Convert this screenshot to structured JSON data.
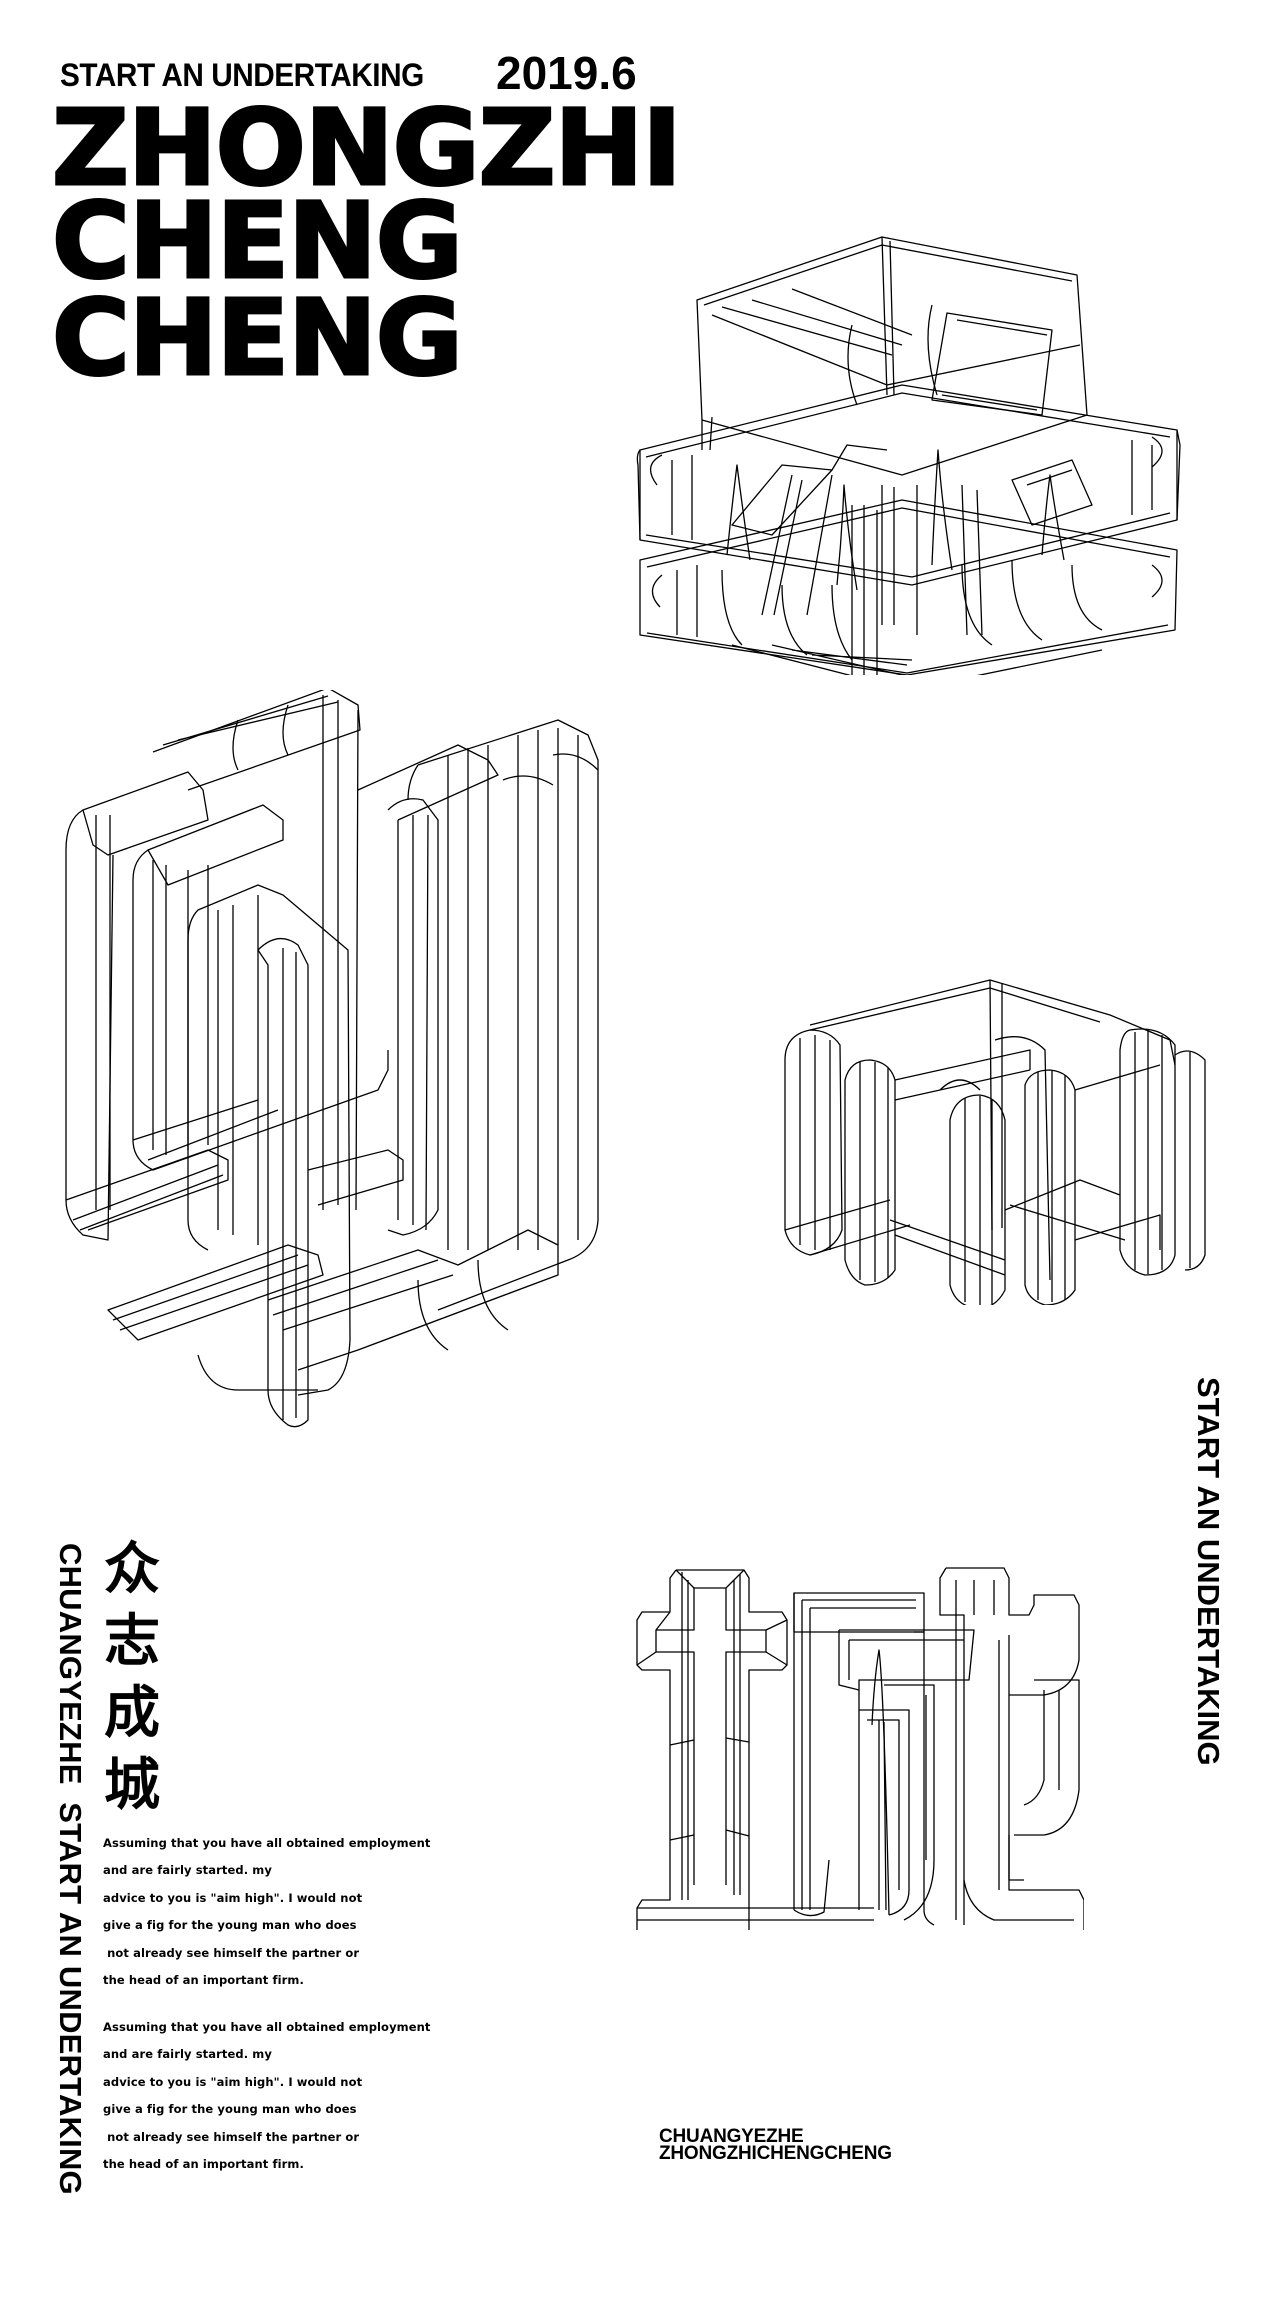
{
  "header": {
    "kicker": "START AN UNDERTAKING",
    "date": "2019.6",
    "headline_lines": [
      "ZHONGZHI",
      "CHENG",
      "CHENG"
    ]
  },
  "illustrations": [
    {
      "name": "wireframe-character-zhong",
      "character": "众",
      "style": "3D wireframe"
    },
    {
      "name": "wireframe-character-zhi",
      "character": "志",
      "style": "3D wireframe"
    },
    {
      "name": "wireframe-character-cheng",
      "character": "成",
      "style": "3D wireframe"
    },
    {
      "name": "wireframe-character-cheng-city",
      "character": "城",
      "style": "outline wireframe"
    }
  ],
  "right_vertical_text": "START AN UNDERTAKING",
  "left_vertical_text": "CHUANGYEZHE  START AN UNDERTAKING",
  "chinese_title": [
    "众",
    "志",
    "成",
    "城"
  ],
  "body": {
    "paragraphs": [
      {
        "lines": [
          "Assuming that you have all obtained employment",
          "and are fairly started. my",
          "advice to you is \"aim high\". I would not",
          "give a fig for the young man who does",
          " not already see himself the partner or",
          "the head of an important firm."
        ]
      },
      {
        "lines": [
          "Assuming that you have all obtained employment",
          "and are fairly started. my",
          "advice to you is \"aim high\". I would not",
          "give a fig for the young man who does",
          " not already see himself the partner or",
          "the head of an important firm."
        ]
      }
    ]
  },
  "footer_caption": {
    "line1": "CHUANGYEZHE",
    "line2": "ZHONGZHICHENGCHENG"
  },
  "colors": {
    "background": "#ffffff",
    "ink": "#000000"
  }
}
